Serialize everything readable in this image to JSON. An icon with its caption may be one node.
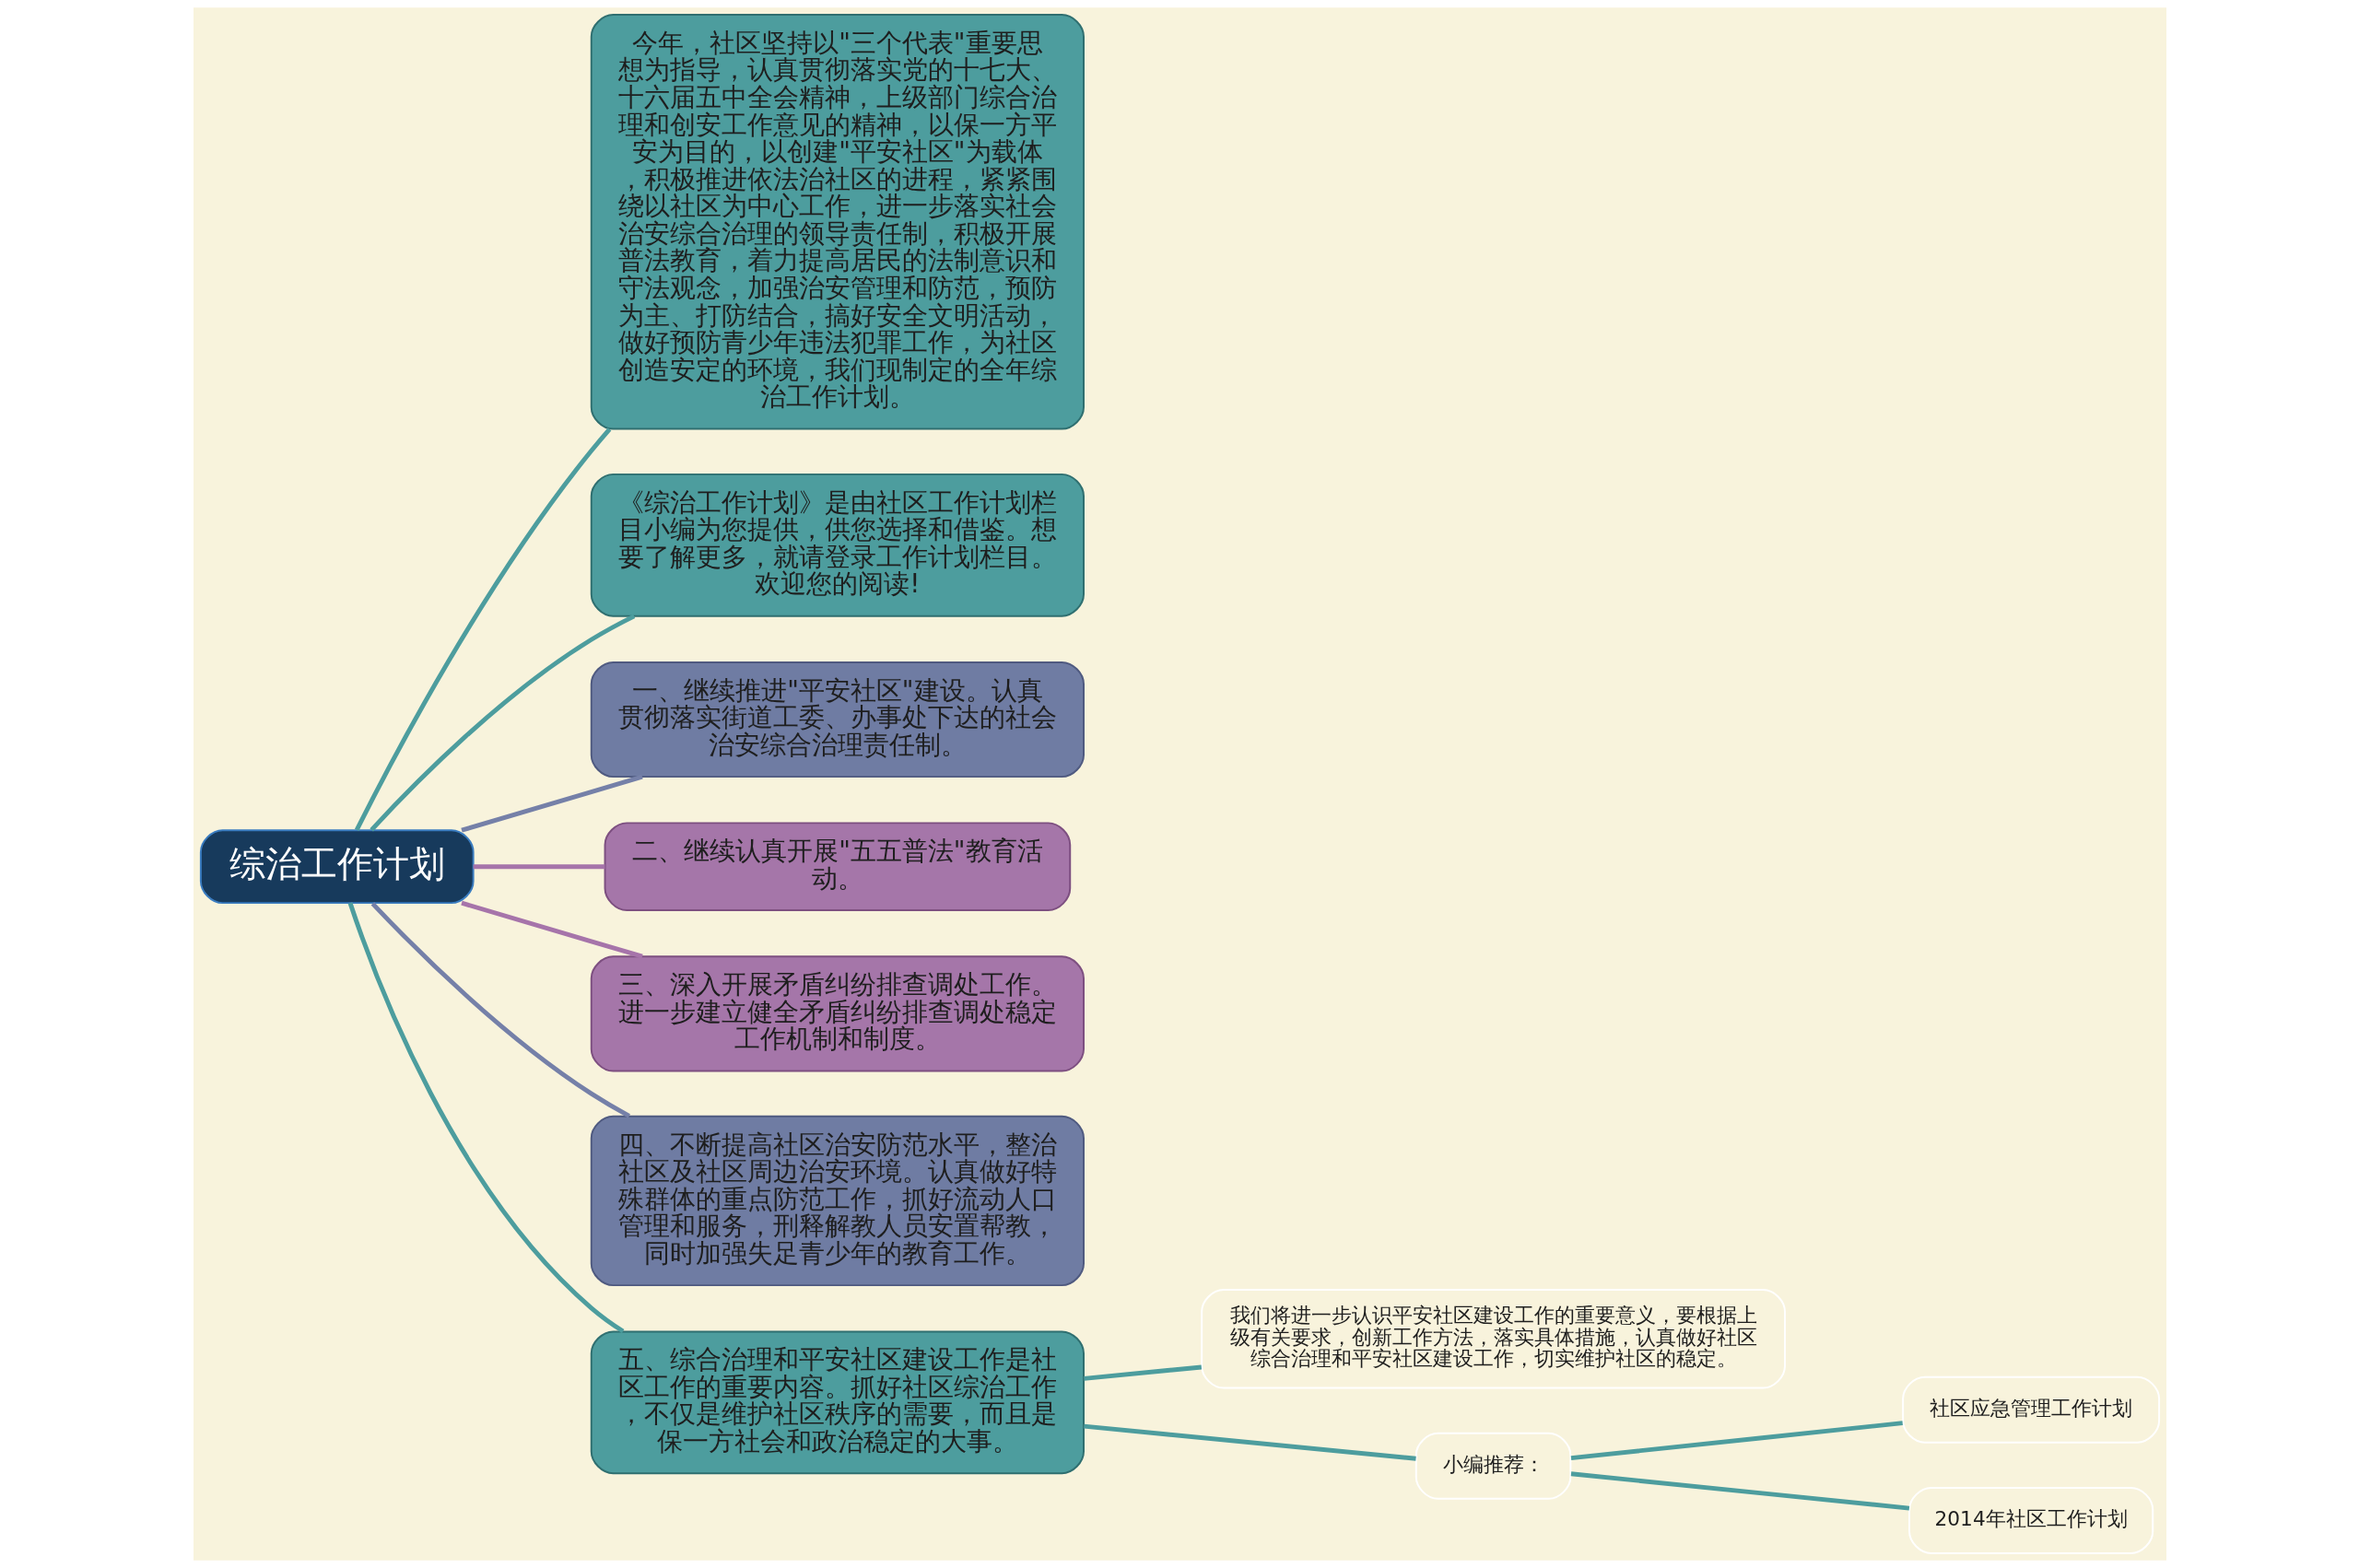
{
  "diagram": {
    "nodes": [
      {
        "text": [
          "综治工作计划"
        ]
      },
      {
        "text": [
          "今年，社区坚持以\"三个代表\"重要思想为指导，认真贯彻落实党的十七大、十六届五中全会精神，上级部门综合治理和创安工作意见的精神，以保一方平安为目的，以创建\"平安社区\"为载体，积极推进依法治社区的进程，紧紧围绕以社区为中心工作，进一步落实社会治安综合治理的领导责任制，积极开展普法教育，着力提高居民的法制意识和守法观念，加强治安管理和防范，预防为主、打防结合，搞好安全文明活动，做好预防青少年违法犯罪工作，为社区创造安定的环境，我们现制定的全年综治工作计划。"
        ]
      },
      {
        "text": [
          "《综治工作计划》是由社区工作计划栏目小编为您提供，供您选择和借鉴。想要了解更多，就请登录工作计划栏目。欢迎您的阅读!"
        ]
      },
      {
        "text": [
          "一、继续推进\"平安社区\"建设。认真贯彻落实街道工委、办事处下达的社会治安综合治理责任制。"
        ]
      },
      {
        "text": [
          "二、继续认真开展\"五五普法\"教育活动。"
        ]
      },
      {
        "text": [
          "三、深入开展矛盾纠纷排查调处工作。进一步建立健全矛盾纠纷排查调处稳定工作机制和制度。"
        ]
      },
      {
        "text": [
          "四、不断提高社区治安防范水平，整治社区及社区周边治安环境。认真做好特殊群体的重点防范工作，抓好流动人口管理和服务，刑释解教人员安置帮教，同时加强失足青少年的教育工作。"
        ]
      },
      {
        "text": [
          "五、综合治理和平安社区建设工作是社区工作的重要内容。抓好社区综治工作，不仅是维护社区秩序的需要，而且是保一方社会和政治稳定的大事。"
        ]
      },
      {
        "text": [
          "我们将进一步认识平安社区建设工作的重要意义，要根据上级有关要求，创新工作方法，落实具体措施，认真做好社区综合治理和平安社区建设工作，切实维护社区的稳定。"
        ]
      },
      {
        "text": [
          "小编推荐："
        ]
      },
      {
        "text": [
          "社区应急管理工作计划"
        ]
      },
      {
        "text": [
          "2014年社区工作计划"
        ]
      }
    ],
    "edges": [
      {
        "from": 0,
        "to": 1,
        "arrow": "none"
      },
      {
        "from": 0,
        "to": 2,
        "arrow": "none"
      },
      {
        "from": 0,
        "to": 3,
        "arrow": "none",
        "color": "#7580a8"
      },
      {
        "from": 0,
        "to": 4,
        "arrow": "none",
        "color": "#a674aa"
      },
      {
        "from": 0,
        "to": 5,
        "arrow": "none",
        "color": "#a674aa"
      },
      {
        "from": 0,
        "to": 6,
        "arrow": "none",
        "color": "#7580a8"
      },
      {
        "from": 0,
        "to": 7,
        "arrow": "none"
      },
      {
        "from": 7,
        "to": 8,
        "arrow": "none"
      },
      {
        "from": 7,
        "to": 9,
        "arrow": "none"
      },
      {
        "from": 9,
        "to": 10,
        "arrow": "none"
      },
      {
        "from": 9,
        "to": 11,
        "arrow": "none"
      }
    ]
  }
}
